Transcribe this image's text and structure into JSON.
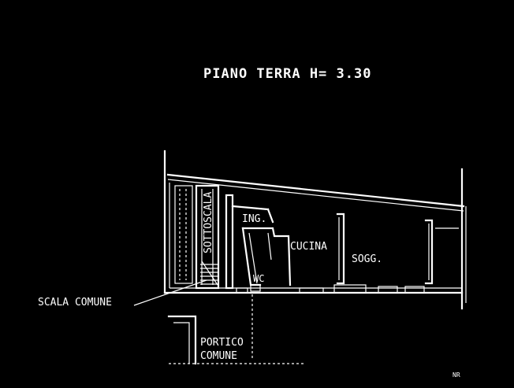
{
  "title": "PIANO TERRA H= 3.30",
  "rooms": {
    "sottoscala": "SOTTOSCALA",
    "ingresso": "ING.",
    "cucina": "CUCINA",
    "soggiorno": "SOGG.",
    "wc": "WC"
  },
  "labels": {
    "scala_comune": "SCALA COMUNE",
    "portico_line1": "PORTICO",
    "portico_line2": "COMUNE"
  },
  "corner_mark": "NR",
  "colors": {
    "background": "#000000",
    "ink": "#ffffff"
  }
}
